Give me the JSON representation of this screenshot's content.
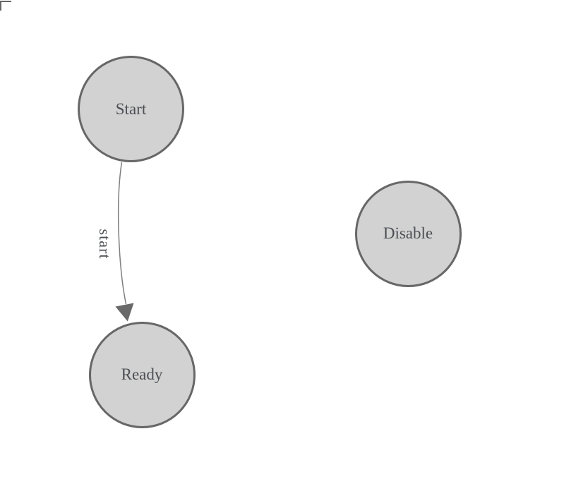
{
  "diagram": {
    "type": "state-machine",
    "nodes": [
      {
        "id": "start",
        "label": "Start"
      },
      {
        "id": "ready",
        "label": "Ready"
      },
      {
        "id": "disable",
        "label": "Disable"
      }
    ],
    "edges": [
      {
        "from": "start",
        "to": "ready",
        "label": "start",
        "arrowhead": "solid-triangle"
      }
    ],
    "colors": {
      "background": "#ffffff",
      "node_fill": "#d2d2d2",
      "node_border": "#676767",
      "edge_stroke": "#7e7e7e",
      "arrow_fill": "#696969",
      "label_text": "#4c4f54",
      "corner_mark": "#666666"
    }
  }
}
